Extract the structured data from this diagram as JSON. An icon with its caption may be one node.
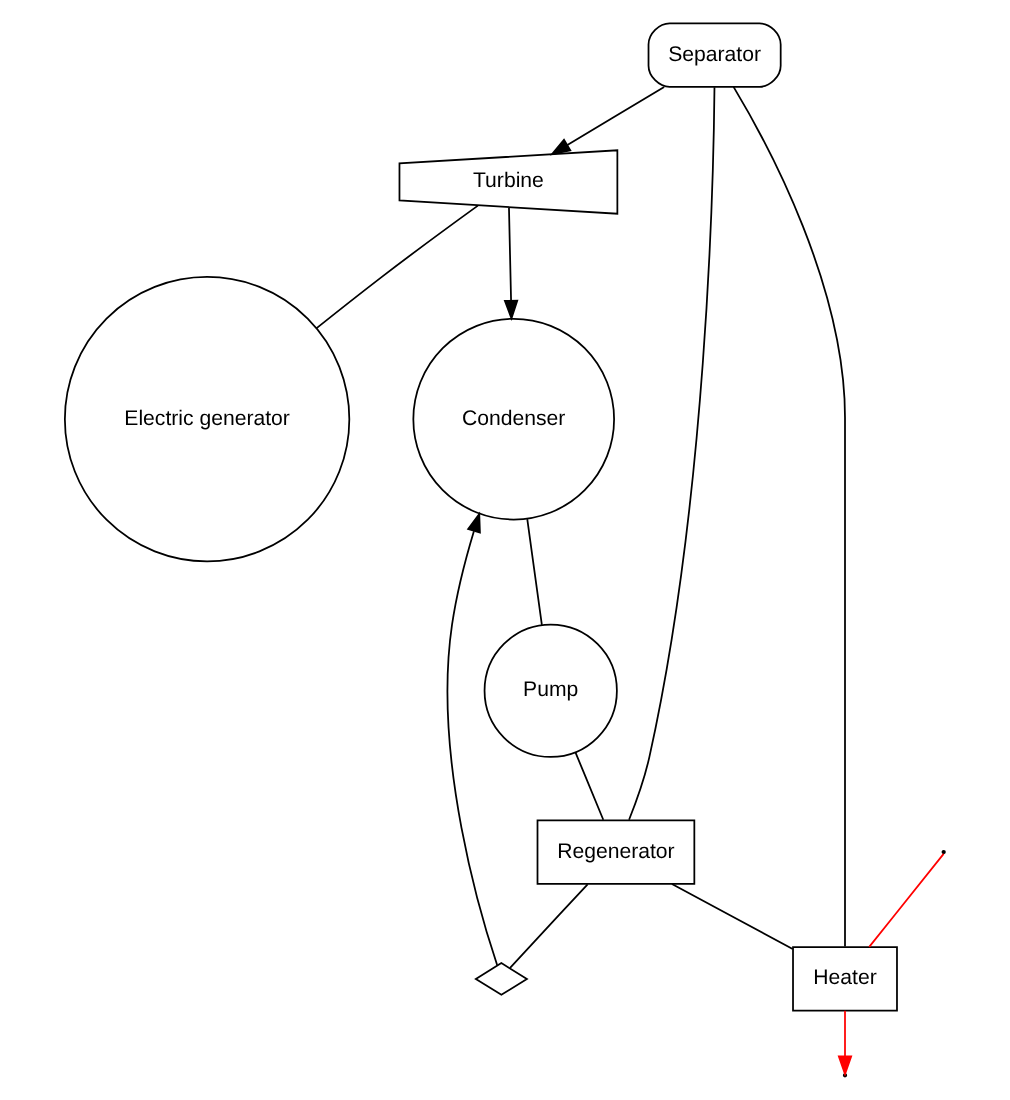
{
  "diagram": {
    "nodes": [
      {
        "text": [
          "Separator"
        ]
      },
      {
        "text": [
          "Turbine"
        ]
      },
      {
        "text": [
          "Electric generator"
        ]
      },
      {
        "text": [
          "Heater"
        ]
      },
      {
        "text": [
          "Regenerator"
        ]
      },
      {
        "text": [],
        "shape": "valve"
      },
      {
        "text": [
          "Condenser"
        ]
      },
      {
        "text": [
          "Pump"
        ]
      }
    ],
    "edges": [
      {
        "from": 0,
        "to": 1,
        "arrow": "to"
      },
      {
        "from": 1,
        "to": 2,
        "arrow": "none"
      },
      {
        "from": 0,
        "to": 4,
        "arrow": "none"
      },
      {
        "from": 4,
        "to": 3,
        "arrow": "none"
      },
      {
        "from": 3,
        "to": 0,
        "arrow": "none"
      },
      {
        "from": null,
        "to": 3,
        "arrow": "none",
        "color": "#ff0000"
      },
      {
        "from": 3,
        "to": null,
        "arrow": "to",
        "color": "#ff0000"
      },
      {
        "from": 4,
        "to": 5,
        "arrow": "none"
      },
      {
        "from": 1,
        "to": 6,
        "arrow": "to"
      },
      {
        "from": 5,
        "to": 6,
        "arrow": "to"
      },
      {
        "from": 6,
        "to": 7,
        "arrow": "none"
      },
      {
        "from": 7,
        "to": 4,
        "arrow": "none"
      }
    ]
  }
}
